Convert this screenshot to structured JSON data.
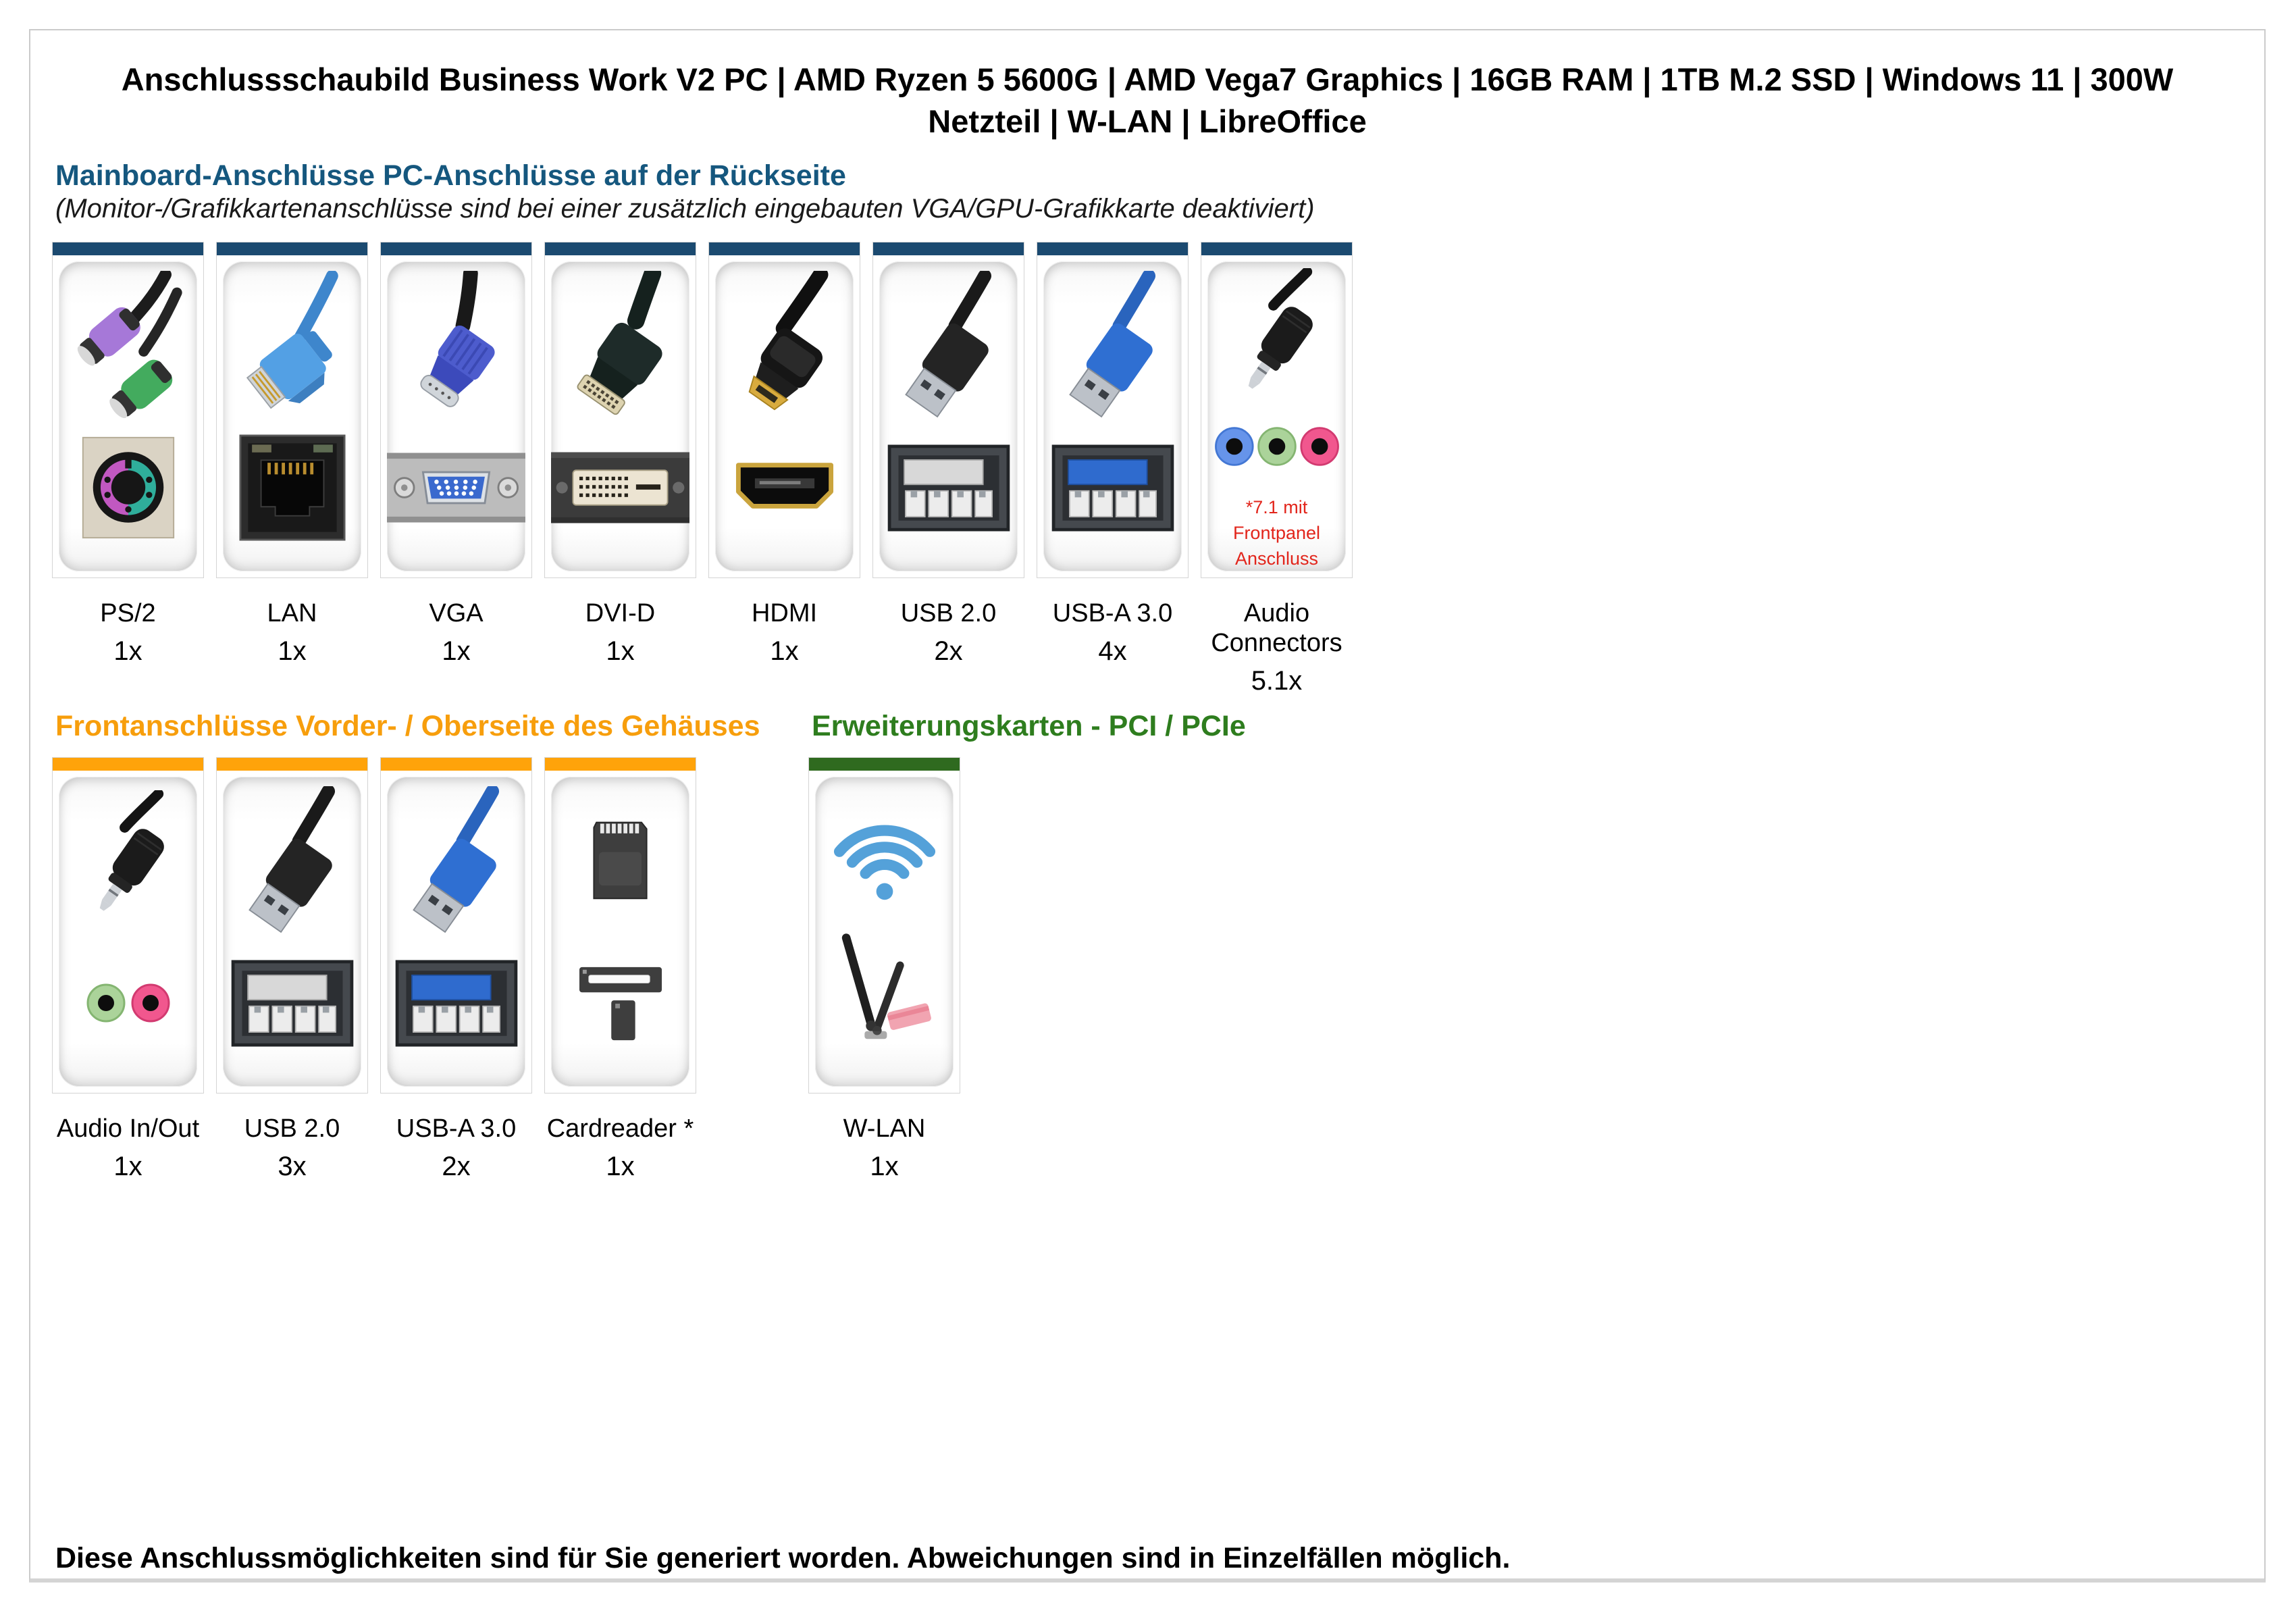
{
  "page": {
    "title": "Anschlussschaubild Business Work V2 PC | AMD Ryzen 5 5600G | AMD Vega7 Graphics | 16GB RAM | 1TB M.2 SSD | Windows 11 | 300W Netzteil | W-LAN | LibreOffice",
    "footer": "Diese Anschlussmöglichkeiten sind für Sie generiert worden. Abweichungen sind in Einzelfällen möglich."
  },
  "colors": {
    "rear_accent": "#1B4A70",
    "rear_heading": "#15577E",
    "front_accent": "#FFA30A",
    "front_heading": "#F79E0C",
    "expansion_accent": "#2F6A1F",
    "expansion_heading": "#2E7D1E",
    "note_red": "#E2251B"
  },
  "rear": {
    "heading": "Mainboard-Anschlüsse PC-Anschlüsse auf der Rückseite",
    "subheading": "(Monitor-/Grafikkartenanschlüsse sind bei einer zusätzlich eingebauten VGA/GPU-Grafikkarte deaktiviert)",
    "ports": [
      {
        "label": "PS/2",
        "count": "1x",
        "icon": "ps2"
      },
      {
        "label": "LAN",
        "count": "1x",
        "icon": "lan"
      },
      {
        "label": "VGA",
        "count": "1x",
        "icon": "vga"
      },
      {
        "label": "DVI-D",
        "count": "1x",
        "icon": "dvi-d"
      },
      {
        "label": "HDMI",
        "count": "1x",
        "icon": "hdmi"
      },
      {
        "label": "USB 2.0",
        "count": "2x",
        "icon": "usb-2.0"
      },
      {
        "label": "USB-A 3.0",
        "count": "4x",
        "icon": "usb-a-3.0"
      },
      {
        "label": "Audio Connectors",
        "count": "5.1x",
        "icon": "audio-connectors",
        "note": "*7.1 mit Frontpanel Anschluss"
      }
    ]
  },
  "front": {
    "heading": "Frontanschlüsse Vorder- / Oberseite des Gehäuses",
    "ports": [
      {
        "label": "Audio In/Out",
        "count": "1x",
        "icon": "audio-in-out"
      },
      {
        "label": "USB 2.0",
        "count": "3x",
        "icon": "usb-2.0"
      },
      {
        "label": "USB-A 3.0",
        "count": "2x",
        "icon": "usb-a-3.0"
      },
      {
        "label": "Cardreader *",
        "count": "1x",
        "icon": "cardreader"
      }
    ]
  },
  "expansion": {
    "heading": "Erweiterungskarten - PCI / PCIe",
    "ports": [
      {
        "label": "W-LAN",
        "count": "1x",
        "icon": "wlan"
      }
    ]
  }
}
